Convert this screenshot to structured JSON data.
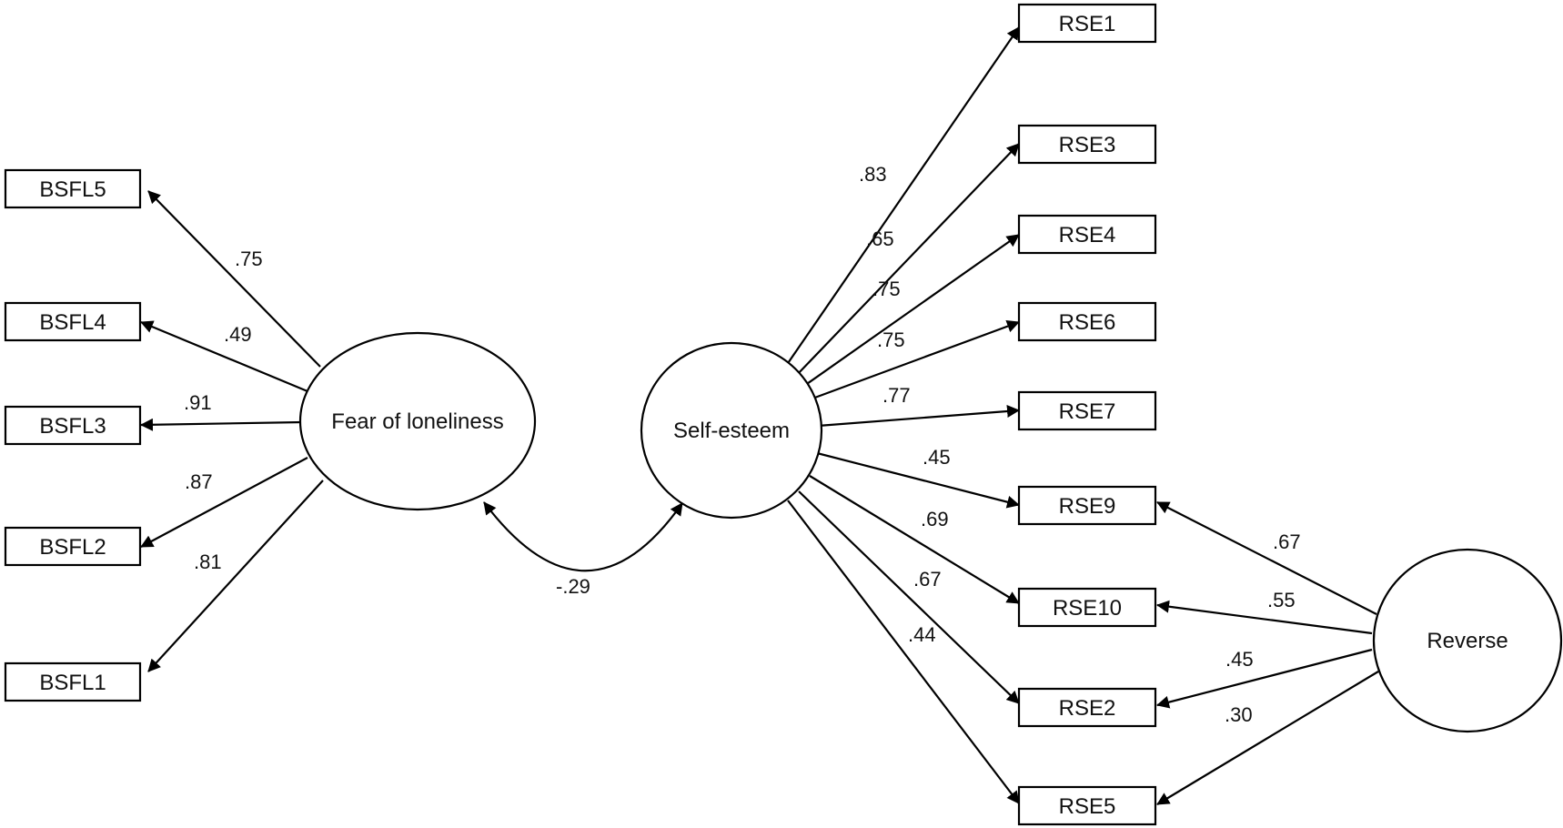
{
  "factors": {
    "fear": "Fear of loneliness",
    "self": "Self-esteem",
    "reverse": "Reverse"
  },
  "indicators": {
    "bsfl5": "BSFL5",
    "bsfl4": "BSFL4",
    "bsfl3": "BSFL3",
    "bsfl2": "BSFL2",
    "bsfl1": "BSFL1",
    "rse1": "RSE1",
    "rse3": "RSE3",
    "rse4": "RSE4",
    "rse6": "RSE6",
    "rse7": "RSE7",
    "rse9": "RSE9",
    "rse10": "RSE10",
    "rse2": "RSE2",
    "rse5": "RSE5"
  },
  "loadings": {
    "fear_bsfl5": ".75",
    "fear_bsfl4": ".49",
    "fear_bsfl3": ".91",
    "fear_bsfl2": ".87",
    "fear_bsfl1": ".81",
    "self_rse1": ".83",
    "self_rse3": ".65",
    "self_rse4": ".75",
    "self_rse6": ".75",
    "self_rse7": ".77",
    "self_rse9": ".45",
    "self_rse10": ".69",
    "self_rse2": ".67",
    "self_rse5": ".44",
    "reverse_rse9": ".67",
    "reverse_rse10": ".55",
    "reverse_rse2": ".45",
    "reverse_rse5": ".30"
  },
  "correlation": {
    "fear_self": "-.29"
  },
  "colors": {
    "line": "#000000",
    "fill": "#ffffff"
  }
}
